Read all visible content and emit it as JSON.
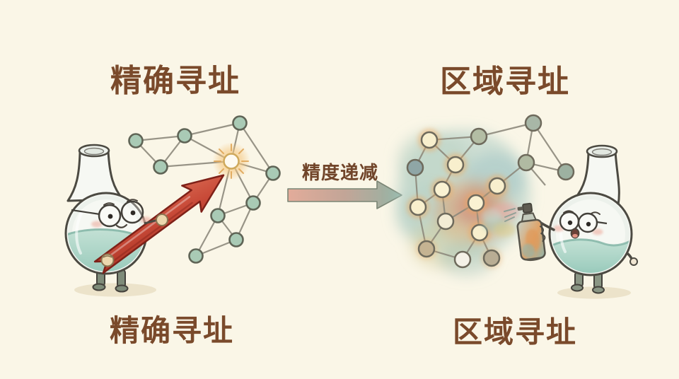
{
  "scene": {
    "background": "#faf6e7",
    "style": "watercolor cartoon diagram comparing precise addressing and regional addressing"
  },
  "left_section": {
    "top_label": "精确寻址",
    "bottom_label": "精确寻址",
    "character": "flask-character-with-glasses",
    "pointer": "red-arrow-pointer",
    "target": "glowing-network-node"
  },
  "right_section": {
    "top_label": "区域寻址",
    "bottom_label": "区域寻址",
    "character": "flask-character-with-glasses",
    "tool": "spray-can",
    "region": "fuzzy-watercolor-network-region"
  },
  "transition": {
    "label": "精度递减",
    "direction": "left-to-right"
  },
  "palette": {
    "background_cream": "#faf6e7",
    "text_brown": "#7a4a2b",
    "red_arrow": "#c23e2d",
    "node_sage": "#a9cab5",
    "node_cream_glow": "#f8efcd",
    "glow_orange": "#f0a85c",
    "transition_start": "#dca091",
    "transition_end": "#8fb1a2",
    "liquid_teal": "#aed7ca",
    "blob_teal": "#a3c8c0",
    "blob_orange": "#dfa068",
    "blob_rose": "#d08a7c",
    "outline_dark": "#4c4a42"
  }
}
